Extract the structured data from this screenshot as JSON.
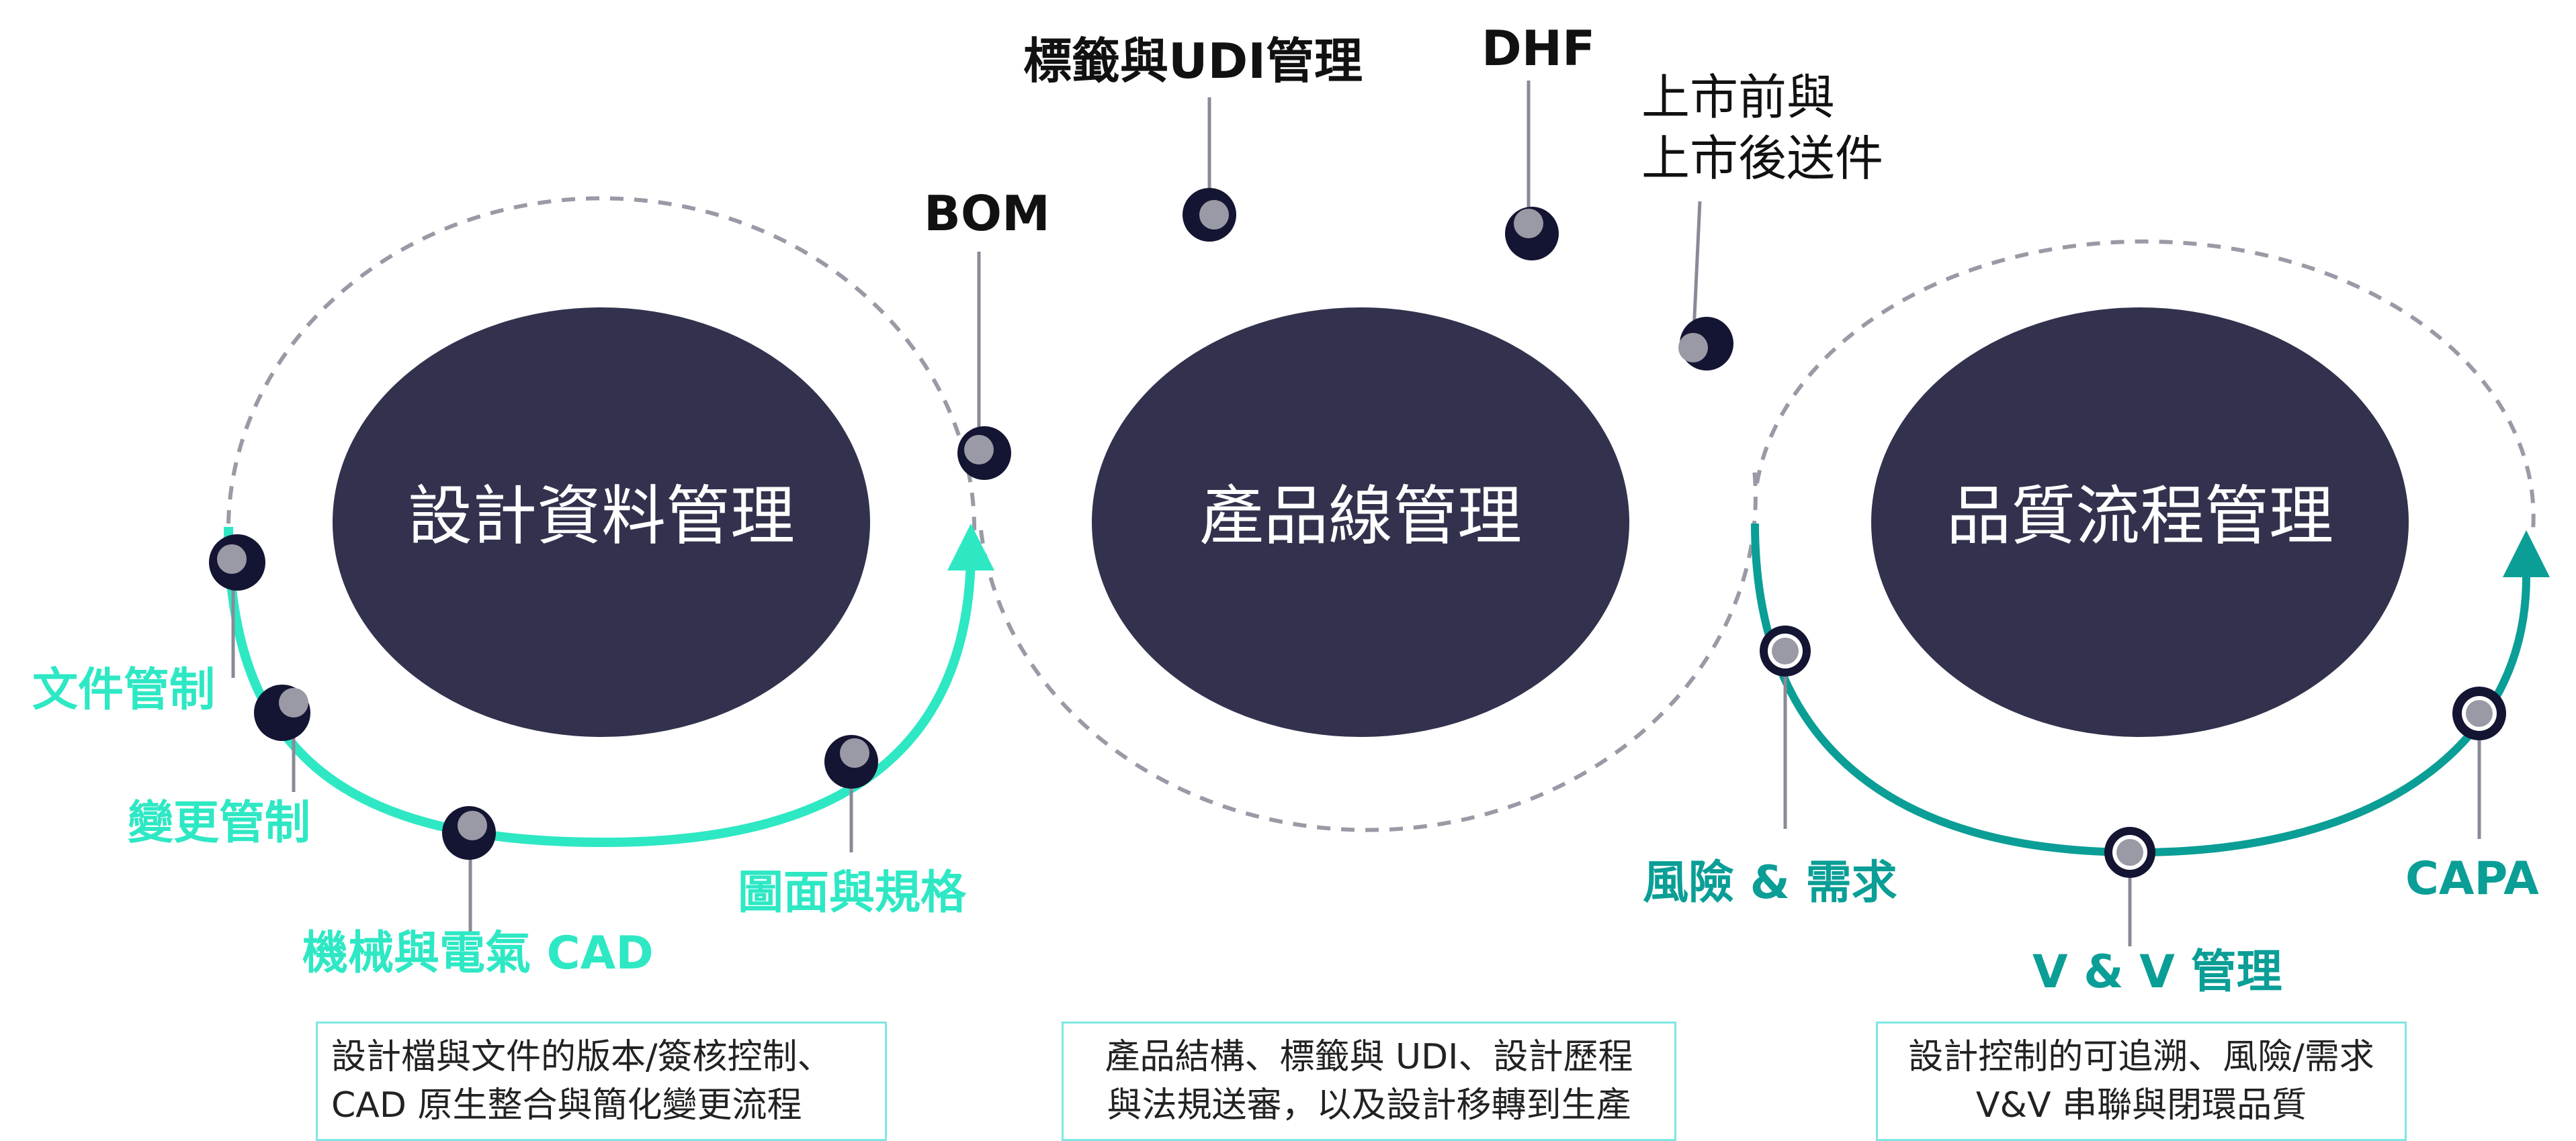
{
  "colors": {
    "ellipse_fill": "#32324e",
    "ellipse_text": "#ffffff",
    "node_outer": "#141433",
    "node_inner": "#9a9aa6",
    "leader_line": "#8a8a96",
    "dashed_ring": "#9a9aa6",
    "arc_mint": "#2ee8c4",
    "arc_teal": "#0a9e96",
    "caption_border": "#7fe6e2"
  },
  "hubs": [
    {
      "id": "design",
      "title": "設計資料管理"
    },
    {
      "id": "product",
      "title": "產品線管理"
    },
    {
      "id": "quality",
      "title": "品質流程管理"
    }
  ],
  "nodes": {
    "doc_control": "文件管制",
    "change_control": "變更管制",
    "mech_elec_cad": "機械與電氣 CAD",
    "drawings_specs": "圖面與規格",
    "bom": "BOM",
    "label_udi": "標籤與UDI管理",
    "dhf": "DHF",
    "submission_line1": "上市前與",
    "submission_line2": "上市後送件",
    "risk_req": "風險 & 需求",
    "vv": "V & V 管理",
    "capa": "CAPA"
  },
  "captions": {
    "design": {
      "line1": "設計檔與文件的版本/簽核控制、",
      "line2": "CAD 原生整合與簡化變更流程"
    },
    "product": {
      "line1": "產品結構、標籤與 UDI、設計歷程",
      "line2": "與法規送審，以及設計移轉到生產"
    },
    "quality": {
      "line1": "設計控制的可追溯、風險/需求",
      "line2": "V&V 串聯與閉環品質"
    }
  }
}
